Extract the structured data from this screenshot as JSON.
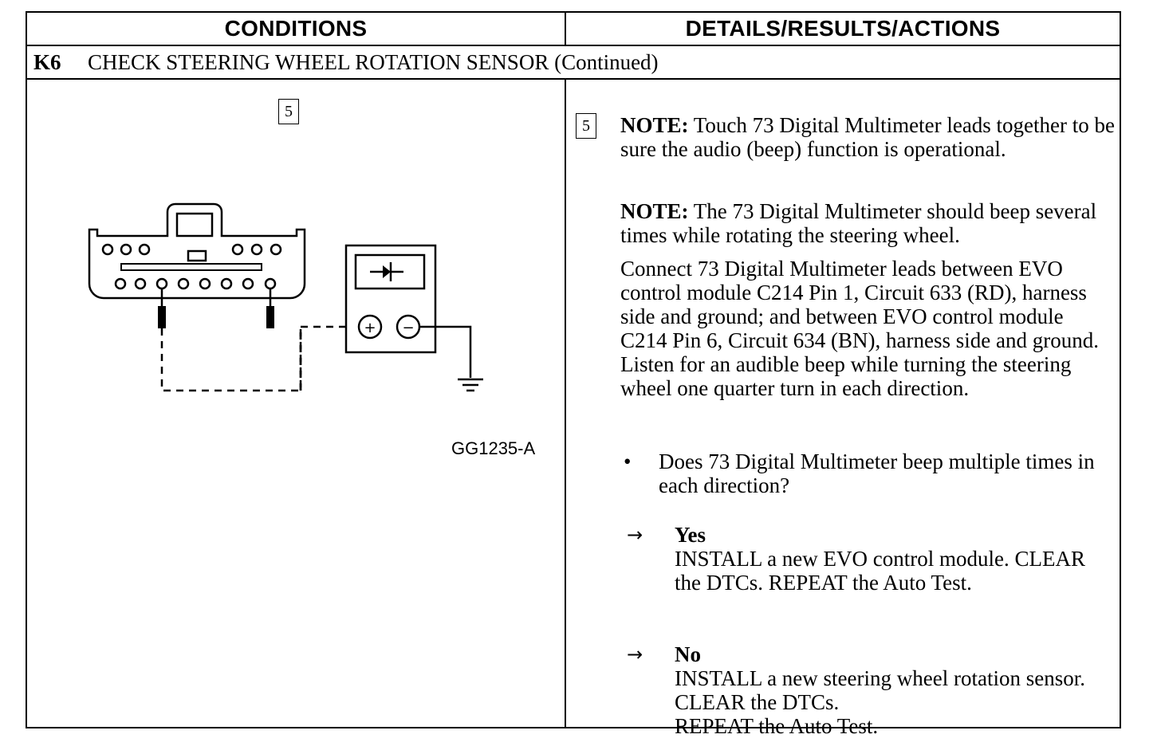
{
  "table": {
    "header_left": "CONDITIONS",
    "header_right": "DETAILS/RESULTS/ACTIONS",
    "step_code": "K6",
    "step_title": "CHECK STEERING WHEEL ROTATION SENSOR (Continued)"
  },
  "conditions": {
    "step_box": "5",
    "figure_id": "GG1235-A"
  },
  "details": {
    "step_box": "5",
    "note1_label": "NOTE:",
    "note1_text": " Touch 73 Digital Multimeter leads together to be sure the audio (beep) function is operational.",
    "note2_label": "NOTE:",
    "note2_text": " The 73 Digital Multimeter should beep several times while rotating the steering wheel.",
    "instruction": "Connect 73 Digital Multimeter leads between EVO control module C214 Pin 1, Circuit 633 (RD), harness side and ground; and between EVO control module C214 Pin 6, Circuit 634 (BN), harness side and ground. Listen for an audible beep while turning  the  steering wheel one quarter turn in each direction.",
    "bullet": "•",
    "question": "Does 73 Digital Multimeter beep multiple times in each direction?",
    "yes_arrow": "→",
    "yes_label": "Yes",
    "yes_action": "INSTALL a new EVO control module. CLEAR the DTCs. REPEAT the Auto Test.",
    "no_arrow": "→",
    "no_label": "No",
    "no_action_line1": "INSTALL a new steering wheel rotation sensor. CLEAR  the DTCs.",
    "no_action_line2": "REPEAT the Auto Test."
  },
  "meter": {
    "plus_symbol": "+",
    "minus_symbol": "−"
  }
}
